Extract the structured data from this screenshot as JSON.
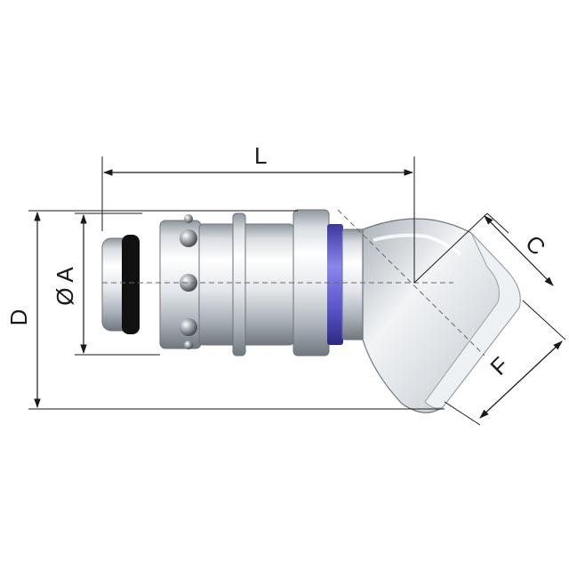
{
  "labels": {
    "length": "L",
    "pin_diameter": "Ø A",
    "overall_height": "D",
    "elbow_width": "C",
    "face_width": "F"
  },
  "colors": {
    "line": "#1a1a1a",
    "axis": "#666666",
    "steel_light": "#f4f6f8",
    "steel_mid": "#c9ced4",
    "steel_dark": "#7d848c",
    "seal_ring": "#5a55c8",
    "o_ring": "#111111"
  }
}
